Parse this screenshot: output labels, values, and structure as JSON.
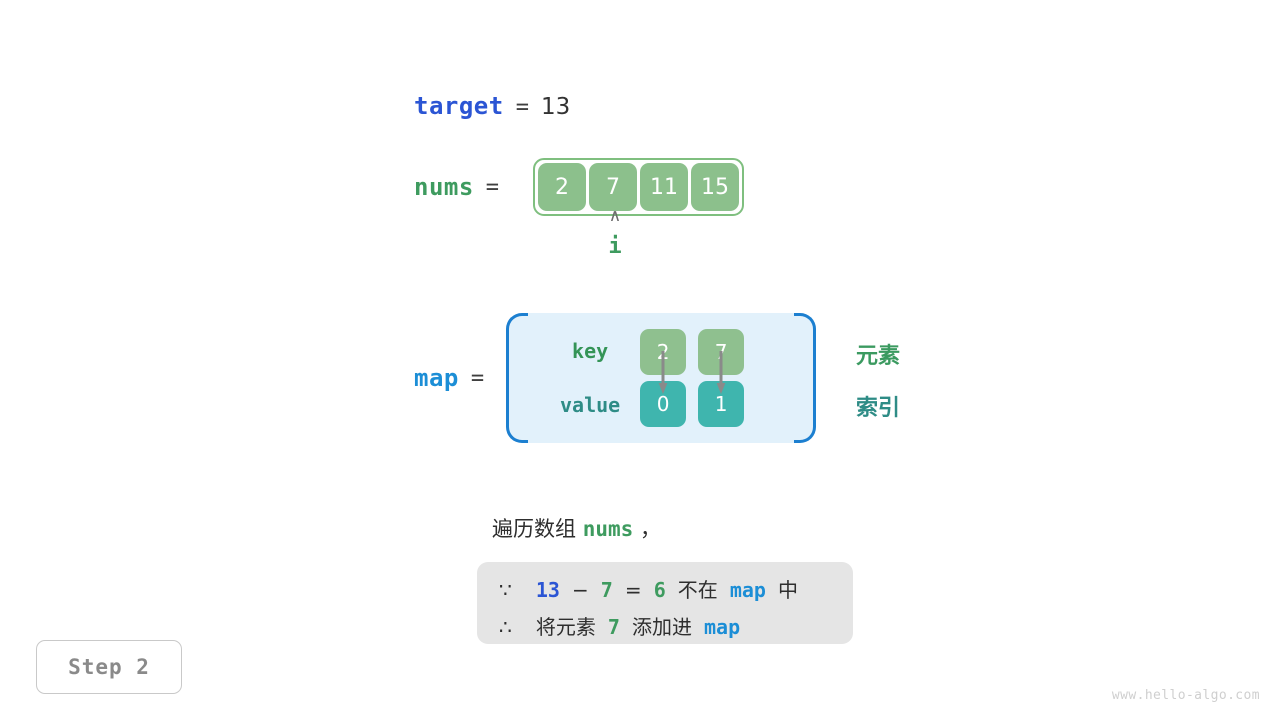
{
  "target": {
    "label": "target",
    "equals": "=",
    "value": "13"
  },
  "nums": {
    "label": "nums",
    "equals": "=",
    "cells": [
      "2",
      "7",
      "11",
      "15"
    ]
  },
  "pointer": {
    "caret": "∧",
    "label": "i"
  },
  "map": {
    "label": "map",
    "equals": "=",
    "key_row_label": "key",
    "value_row_label": "value",
    "entries": [
      {
        "key": "2",
        "value": "0"
      },
      {
        "key": "7",
        "value": "1"
      }
    ],
    "annotation_key": "元素",
    "annotation_value": "索引"
  },
  "description": {
    "prefix": "遍历数组 ",
    "highlight": "nums",
    "suffix": " ，"
  },
  "formula": {
    "line1": {
      "because": "∵",
      "a": "13",
      "minus": "−",
      "b": "7",
      "eq": "=",
      "c": "6",
      "text_mid": "不在",
      "map": "map",
      "text_end": "中"
    },
    "line2": {
      "therefore": "∴",
      "text_start": "将元素",
      "num": "7",
      "text_mid": "添加进",
      "map": "map"
    }
  },
  "step": {
    "label": "Step 2"
  },
  "watermark": {
    "text": "www.hello-algo.com"
  },
  "colors": {
    "blue_var": "#2B55D4",
    "green_var": "#3E9B5F",
    "map_blue": "#1C8ED6",
    "array_cell": "#8CC08C",
    "key_cell": "#8FC08F",
    "value_cell": "#3FB5AE",
    "map_fill": "#E2F1FB",
    "map_border": "#1C7FD0",
    "formula_bg": "#E5E5E5"
  }
}
